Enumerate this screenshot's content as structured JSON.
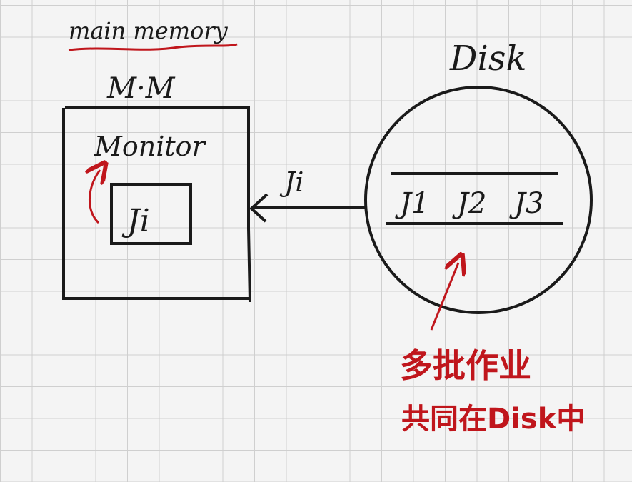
{
  "colors": {
    "ink": "#1a1a1a",
    "annotation": "#c0161c",
    "paper": "#f4f4f4",
    "grid": "#cfcfcf"
  },
  "labels": {
    "main_memory": "main memory",
    "mm": "M·M",
    "monitor": "Monitor",
    "job_in_memory": "Ji",
    "arrow_label": "Ji",
    "disk": "Disk",
    "jobs": [
      "J1",
      "J2",
      "J3"
    ],
    "note_line1": "多批作业",
    "note_line2": "共同在Disk中"
  }
}
